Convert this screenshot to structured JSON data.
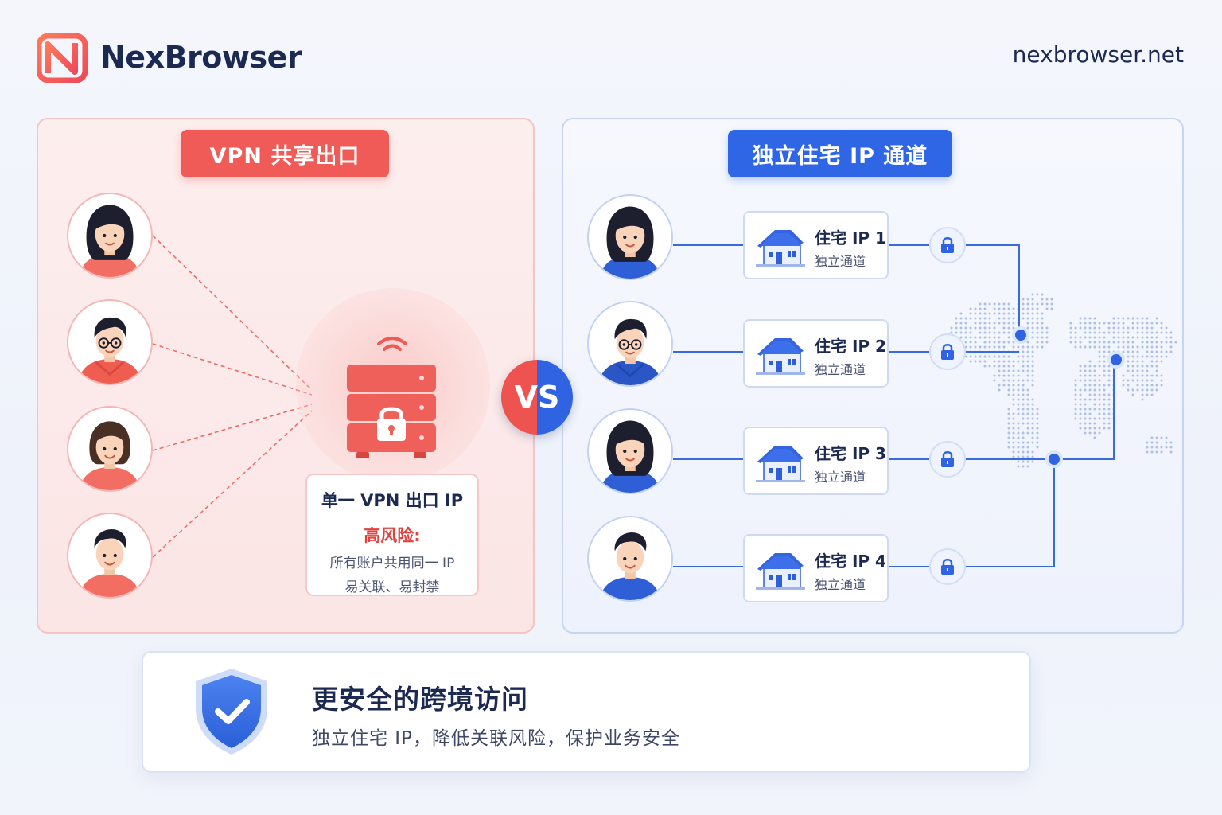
{
  "header": {
    "brand": "NexBrowser",
    "url": "nexbrowser.net"
  },
  "left_panel": {
    "title": "VPN 共享出口",
    "box_title": "单一 VPN 出口 IP",
    "risk_label": "高风险:",
    "risk_line1": "所有账户共用同一 IP",
    "risk_line2": "易关联、易封禁"
  },
  "vs_label": "VS",
  "right_panel": {
    "title": "独立住宅 IP 通道",
    "channels": [
      {
        "label": "住宅 IP 1",
        "sub": "独立通道"
      },
      {
        "label": "住宅 IP 2",
        "sub": "独立通道"
      },
      {
        "label": "住宅 IP 3",
        "sub": "独立通道"
      },
      {
        "label": "住宅 IP 4",
        "sub": "独立通道"
      }
    ]
  },
  "footer": {
    "title": "更安全的跨境访问",
    "subtitle": "独立住宅 IP，降低关联风险，保护业务安全"
  },
  "colors": {
    "brand_red": "#f05b57",
    "brand_blue": "#2f66e6",
    "text_dark": "#1c2a52",
    "risk_red": "#e2413c"
  },
  "icons": [
    "nexbrowser-logo-icon",
    "server-lock-icon",
    "wifi-icon",
    "house-icon",
    "lock-icon",
    "world-map-icon",
    "shield-check-icon"
  ]
}
